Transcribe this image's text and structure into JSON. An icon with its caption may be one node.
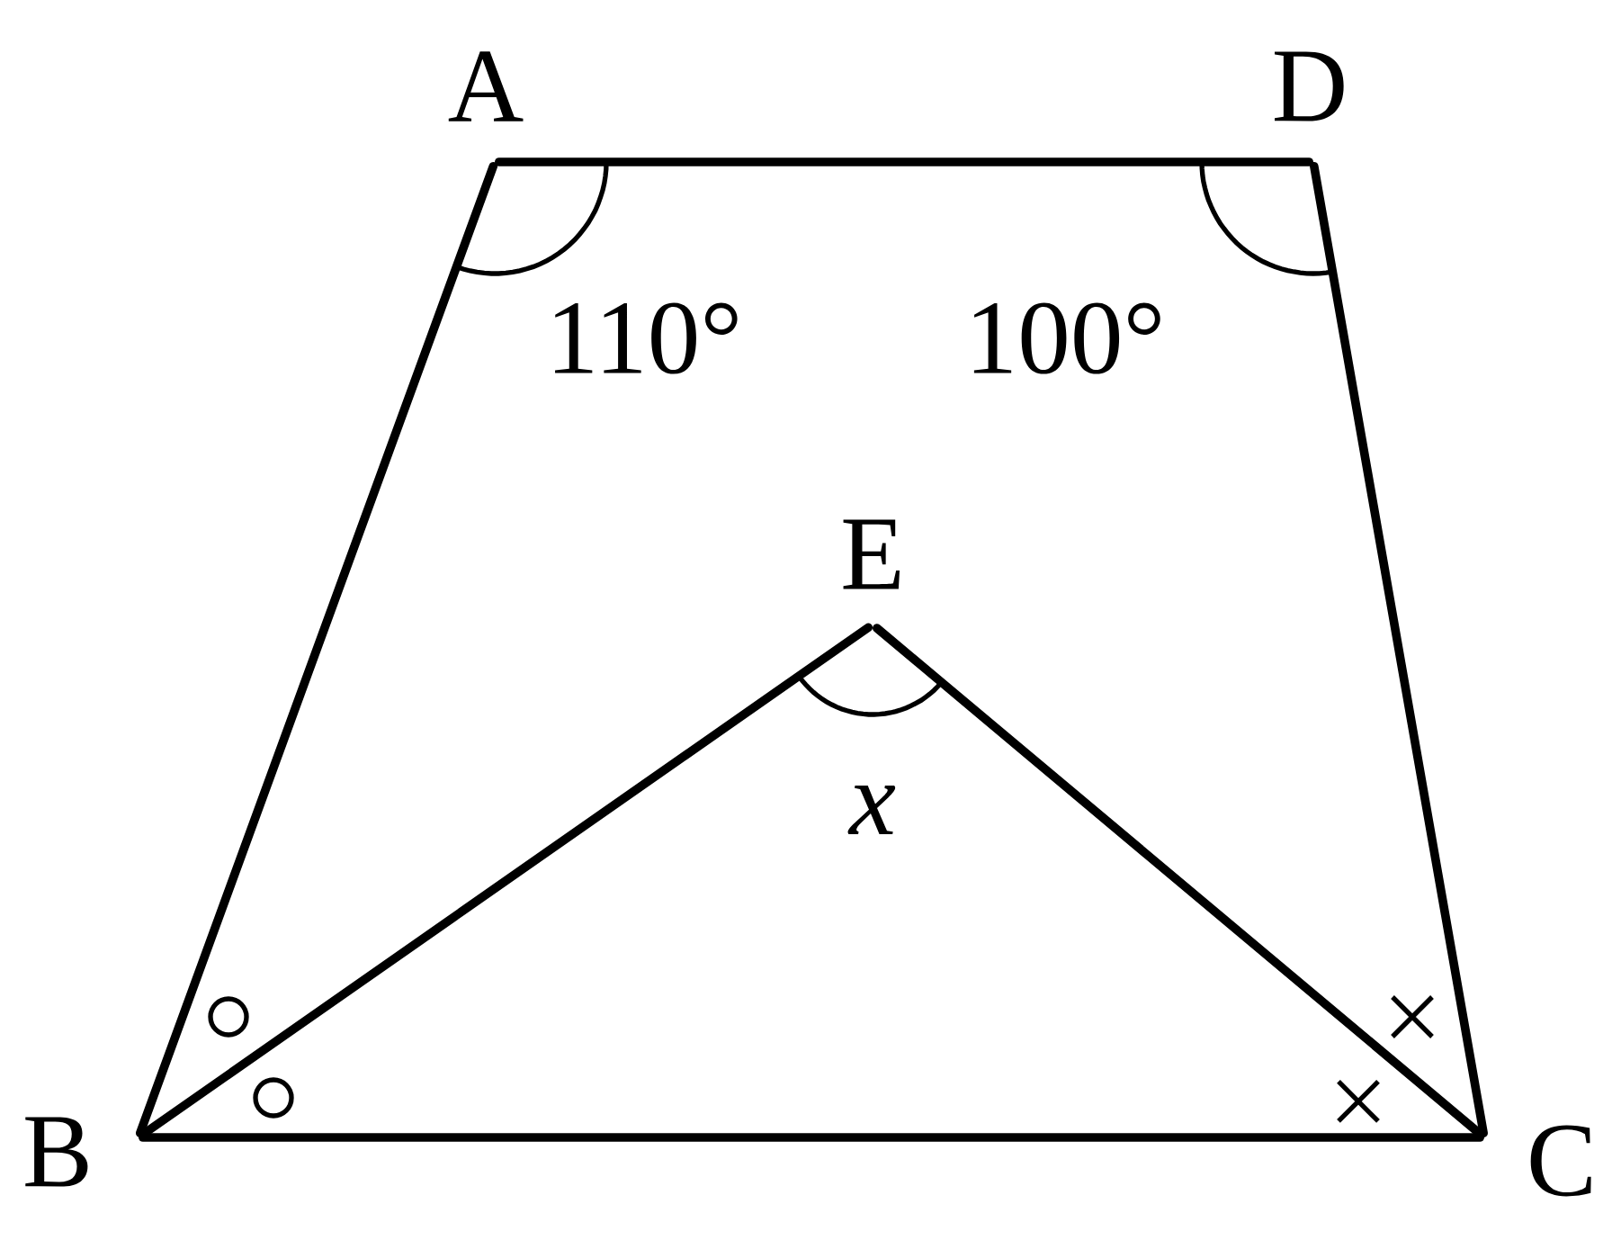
{
  "diagram": {
    "nodes": [
      {
        "text": [
          "A"
        ]
      },
      {
        "text": [
          "D"
        ]
      },
      {
        "text": [
          "E"
        ]
      },
      {
        "text": [
          "B"
        ]
      },
      {
        "text": [
          "C"
        ]
      }
    ],
    "edges": [
      {
        "from": 0,
        "to": 1,
        "arrow": "none"
      },
      {
        "from": 0,
        "to": 3,
        "arrow": "none"
      },
      {
        "from": 1,
        "to": 4,
        "arrow": "none"
      },
      {
        "from": 3,
        "to": 4,
        "arrow": "none"
      },
      {
        "from": 3,
        "to": 2,
        "arrow": "none"
      },
      {
        "from": 2,
        "to": 4,
        "arrow": "none"
      }
    ],
    "labels": [
      "110°",
      "100°",
      "x"
    ]
  }
}
